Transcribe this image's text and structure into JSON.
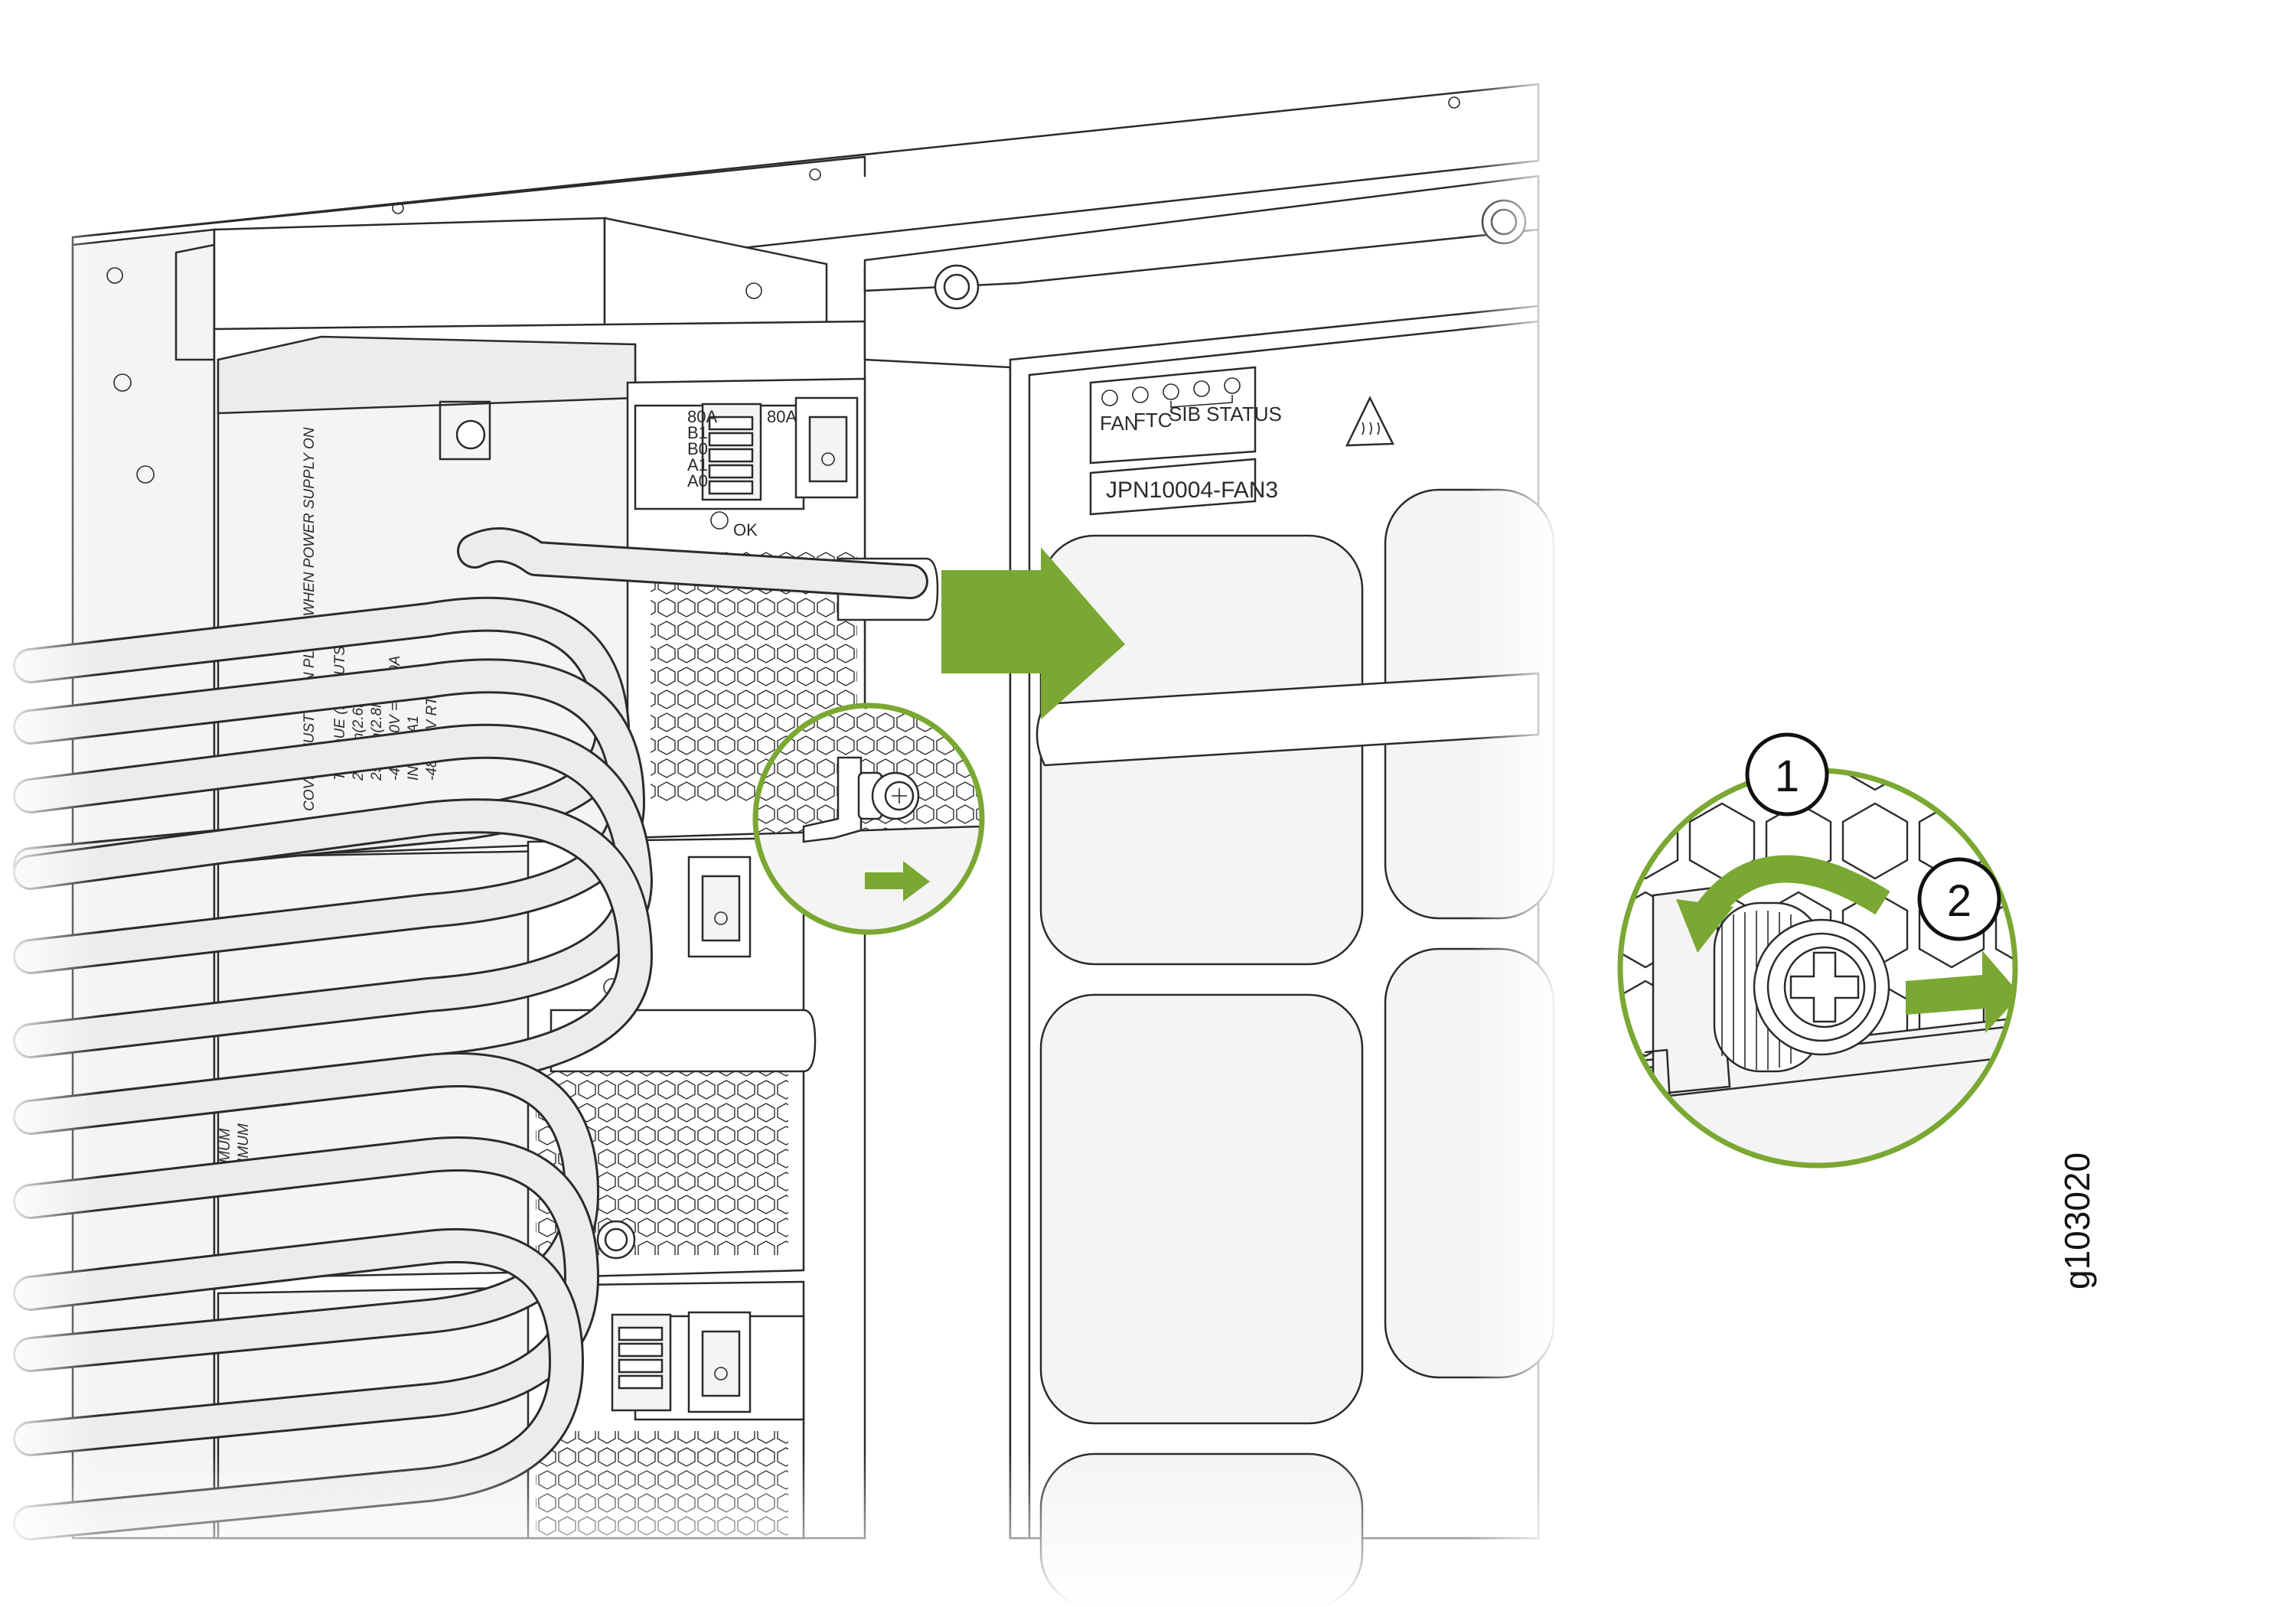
{
  "figure": {
    "id_label": "g103020"
  },
  "fan_tray": {
    "leds": [
      "FAN",
      "FTC"
    ],
    "sib_status": "SIB STATUS",
    "model": "JPN10004-FAN3",
    "warning_symbol": "hot-surface-warning-icon"
  },
  "power_supply": {
    "switch_labels": [
      "80A",
      "B1",
      "B0",
      "A1",
      "A0"
    ],
    "amp_rating": "80A",
    "ok_label": "OK",
    "warning_text": "COVER MUST BE IN PLACE WHEN POWER SUPPLY ON",
    "torque_lines": [
      "TORQUE  (M6 NUTS)",
      "MINIMUM",
      "23 lb-in(2.6Nm)",
      "MAXIMUM",
      "25 lb-in(2.8Nm)",
      "-48V/-60V === 80A",
      "INPUT A1",
      "-48V/60V  RTN"
    ]
  },
  "callouts": {
    "step1": "1",
    "step2": "2"
  },
  "colors": {
    "accent_green": "#7aa832",
    "line": "#2b2b2b"
  }
}
